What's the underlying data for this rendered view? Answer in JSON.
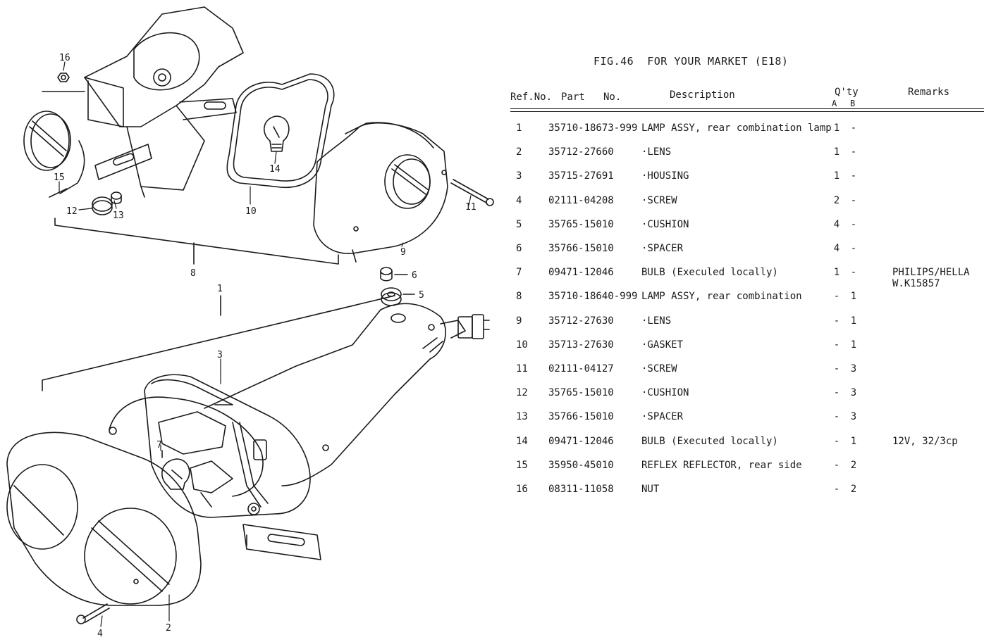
{
  "figure": {
    "title": "FIG.46  FOR YOUR MARKET (E18)"
  },
  "headers": {
    "ref_no": "Ref.No.",
    "part": "Part",
    "no": "No.",
    "description": "Description",
    "qty": "Q'ty",
    "qty_a": "A",
    "qty_b": "B",
    "remarks": "Remarks"
  },
  "parts": [
    {
      "ref": "1",
      "part": "35710-18673-999",
      "desc": "LAMP ASSY, rear combination lamp",
      "qa": "1",
      "qb": "-",
      "remarks": ""
    },
    {
      "ref": "2",
      "part": "35712-27660",
      "desc": "·LENS",
      "qa": "1",
      "qb": "-",
      "remarks": ""
    },
    {
      "ref": "3",
      "part": "35715-27691",
      "desc": "·HOUSING",
      "qa": "1",
      "qb": "-",
      "remarks": ""
    },
    {
      "ref": "4",
      "part": "02111-04208",
      "desc": "·SCREW",
      "qa": "2",
      "qb": "-",
      "remarks": ""
    },
    {
      "ref": "5",
      "part": "35765-15010",
      "desc": "·CUSHION",
      "qa": "4",
      "qb": "-",
      "remarks": ""
    },
    {
      "ref": "6",
      "part": "35766-15010",
      "desc": "·SPACER",
      "qa": "4",
      "qb": "-",
      "remarks": ""
    },
    {
      "ref": "7",
      "part": "09471-12046",
      "desc": "BULB (Execuled locally)",
      "qa": "1",
      "qb": "-",
      "remarks": "PHILIPS/HELLA",
      "remarks2": "W.K15857"
    },
    {
      "ref": "8",
      "part": "35710-18640-999",
      "desc": "LAMP ASSY, rear combination",
      "qa": "-",
      "qb": "1",
      "remarks": ""
    },
    {
      "ref": "9",
      "part": "35712-27630",
      "desc": "·LENS",
      "qa": "-",
      "qb": "1",
      "remarks": ""
    },
    {
      "ref": "10",
      "part": "35713-27630",
      "desc": "·GASKET",
      "qa": "-",
      "qb": "1",
      "remarks": ""
    },
    {
      "ref": "11",
      "part": "02111-04127",
      "desc": "·SCREW",
      "qa": "-",
      "qb": "3",
      "remarks": ""
    },
    {
      "ref": "12",
      "part": "35765-15010",
      "desc": "·CUSHION",
      "qa": "-",
      "qb": "3",
      "remarks": ""
    },
    {
      "ref": "13",
      "part": "35766-15010",
      "desc": "·SPACER",
      "qa": "-",
      "qb": "3",
      "remarks": ""
    },
    {
      "ref": "14",
      "part": "09471-12046",
      "desc": "BULB (Executed locally)",
      "qa": "-",
      "qb": "1",
      "remarks": "12V, 32/3cp"
    },
    {
      "ref": "15",
      "part": "35950-45010",
      "desc": "REFLEX REFLECTOR, rear side",
      "qa": "-",
      "qb": "2",
      "remarks": ""
    },
    {
      "ref": "16",
      "part": "08311-11058",
      "desc": "NUT",
      "qa": "-",
      "qb": "2",
      "remarks": ""
    }
  ],
  "diagram": {
    "callouts": [
      "16",
      "15",
      "12",
      "13",
      "14",
      "10",
      "11",
      "9",
      "8",
      "1",
      "6",
      "5",
      "3",
      "7",
      "4",
      "2"
    ]
  }
}
